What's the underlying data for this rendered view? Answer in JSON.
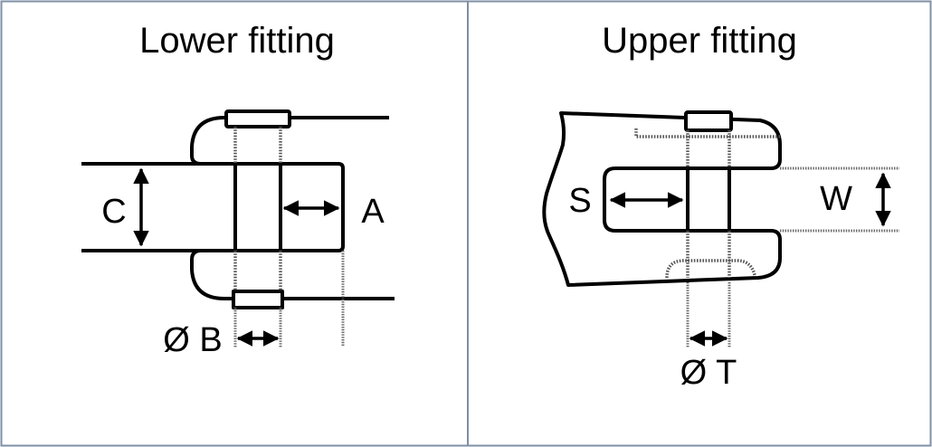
{
  "panels": [
    {
      "title": "Lower fitting",
      "labels": {
        "c": "C",
        "a": "A",
        "b": "Ø B"
      }
    },
    {
      "title": "Upper fitting",
      "labels": {
        "s": "S",
        "w": "W",
        "t": "Ø T"
      }
    }
  ],
  "colors": {
    "border": "#7f8fa6",
    "line": "#000000",
    "hidden_line": "#555555"
  }
}
